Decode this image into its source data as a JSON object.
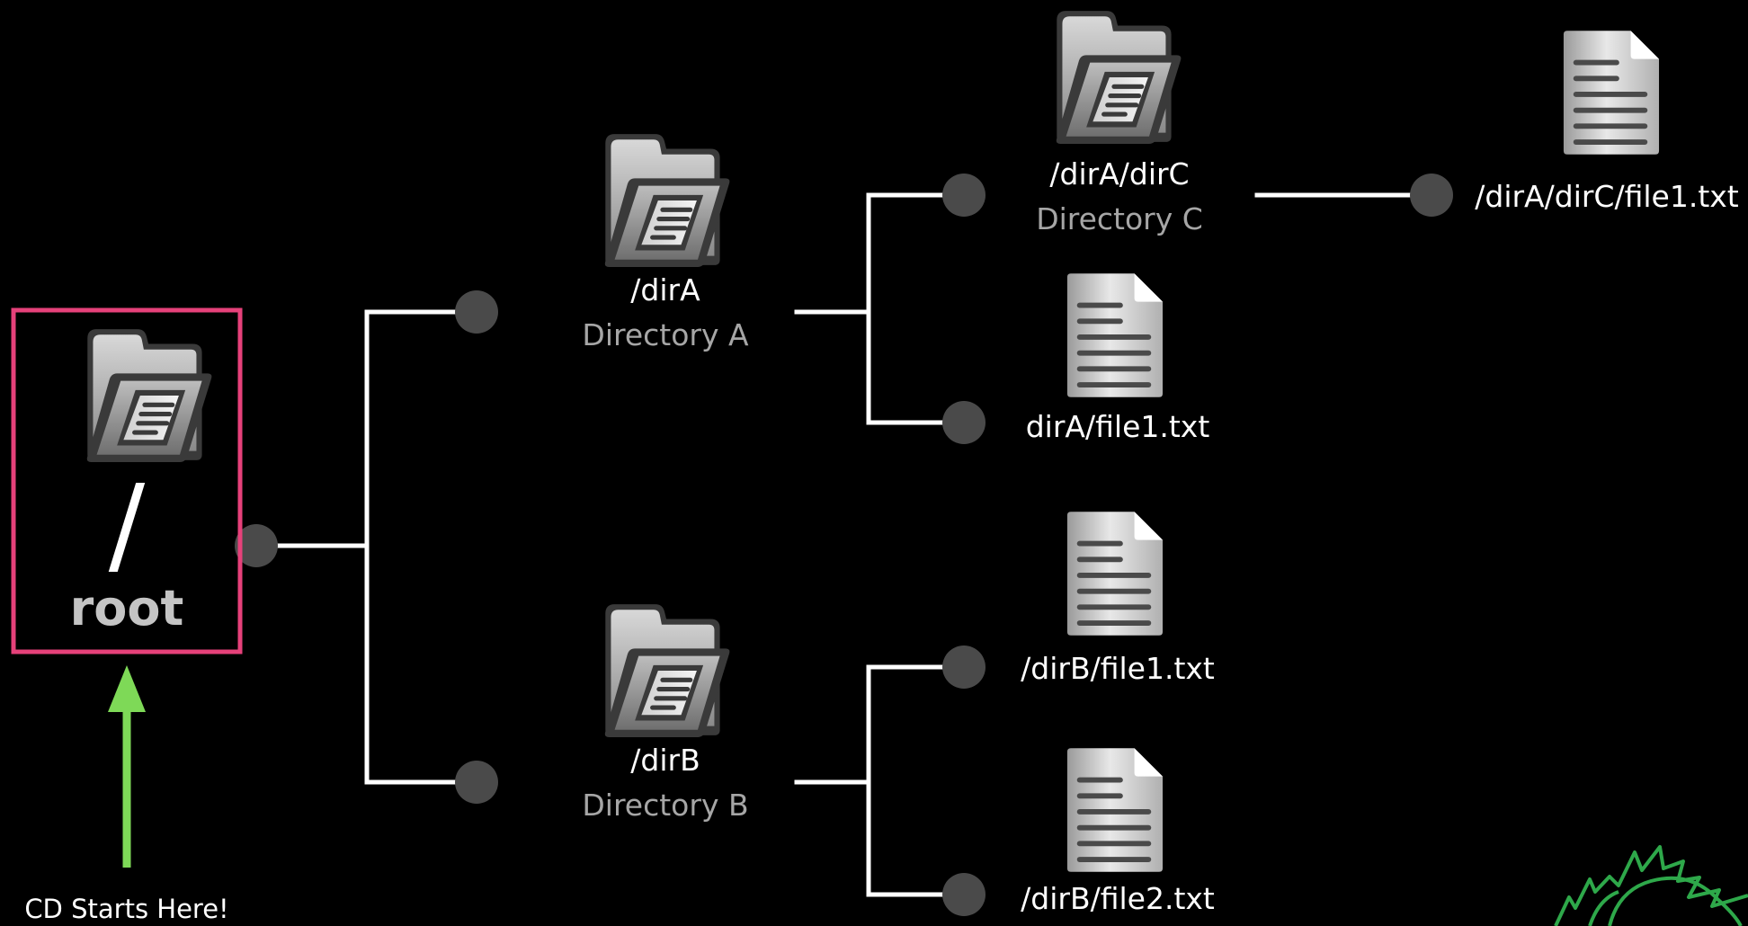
{
  "colors": {
    "background": "#000000",
    "connector": "#ffffff",
    "node": "#4a4a4a",
    "highlight": "#e6417a",
    "arrow": "#7ed957",
    "description": "#a6a6a6",
    "logo": "#2ea84a"
  },
  "root": {
    "slash": "/",
    "name": "root",
    "icon": "folder-icon"
  },
  "pointer": {
    "label": "CD Starts Here!",
    "icon": "arrow-up-icon"
  },
  "nodes": {
    "dirA": {
      "path": "/dirA",
      "description": "Directory A",
      "icon": "folder-icon"
    },
    "dirB": {
      "path": "/dirB",
      "description": "Directory B",
      "icon": "folder-icon"
    },
    "dirC": {
      "path": "/dirA/dirC",
      "description": "Directory C",
      "icon": "folder-icon"
    },
    "dirA_file1": {
      "path": "dirA/file1.txt",
      "icon": "file-icon"
    },
    "dirC_file1": {
      "path": "/dirA/dirC/file1.txt",
      "icon": "file-icon"
    },
    "dirB_file1": {
      "path": "/dirB/file1.txt",
      "icon": "file-icon"
    },
    "dirB_file2": {
      "path": "/dirB/file2.txt",
      "icon": "file-icon"
    }
  },
  "logo": {
    "icon": "dragon-logo-icon"
  }
}
